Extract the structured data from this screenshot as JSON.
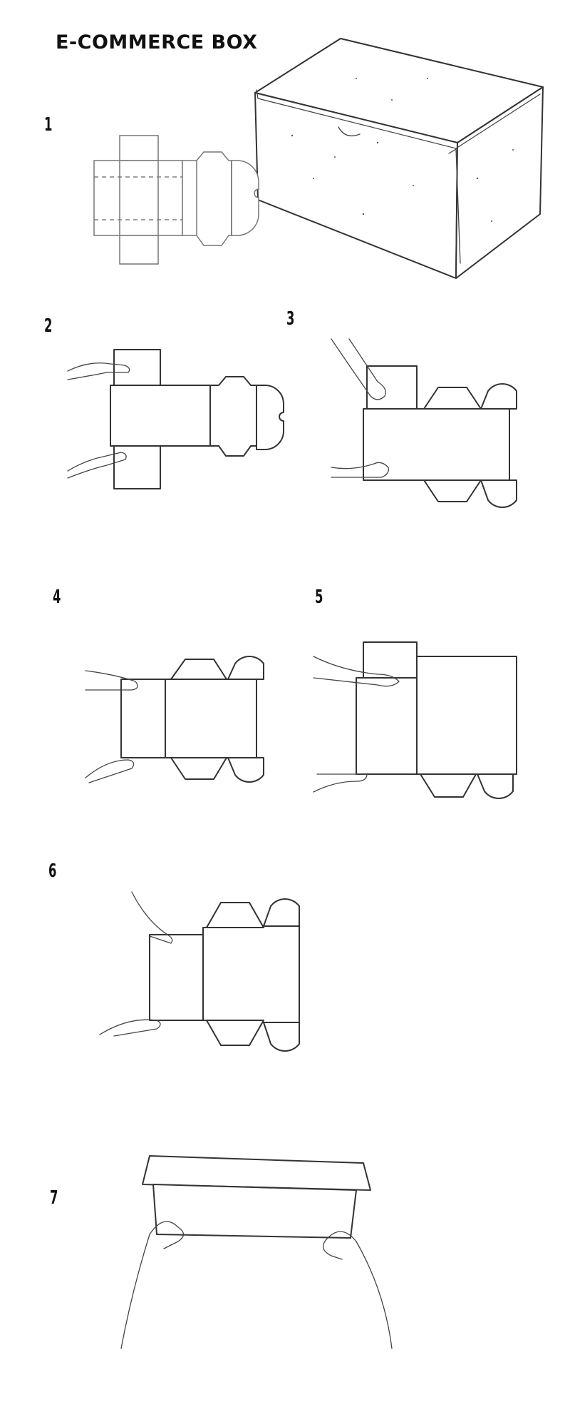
{
  "title": "E-COMMERCE BOX",
  "steps": [
    {
      "number": "1"
    },
    {
      "number": "2"
    },
    {
      "number": "3"
    },
    {
      "number": "4"
    },
    {
      "number": "5"
    },
    {
      "number": "6"
    },
    {
      "number": "7"
    }
  ]
}
